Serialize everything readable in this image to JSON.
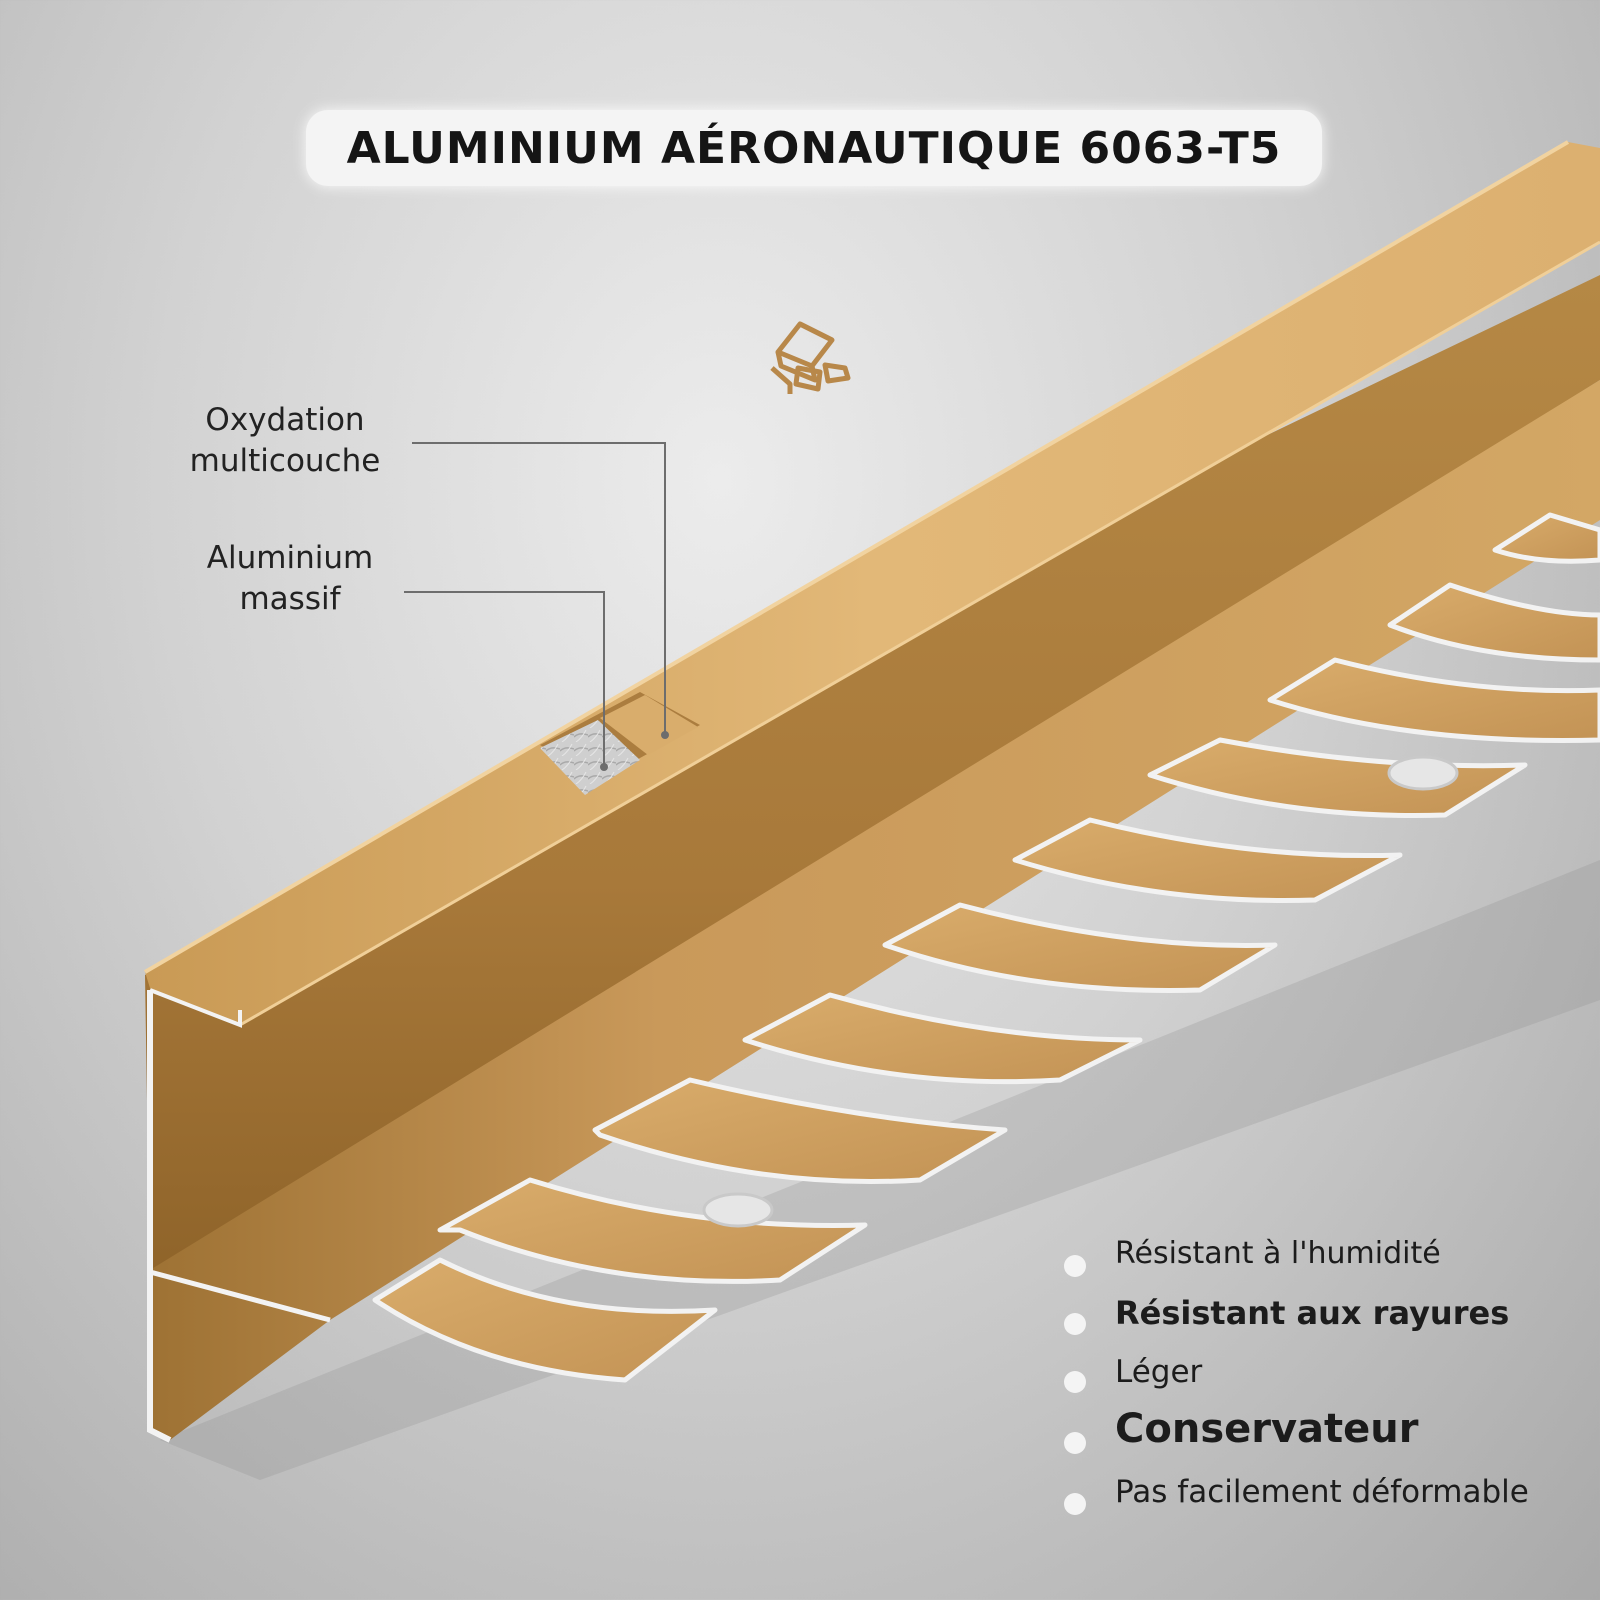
{
  "title": "ALUMINIUM AÉRONAUTIQUE 6063-T5",
  "callouts": {
    "oxydation": [
      "Oxydation",
      "multicouche"
    ],
    "aluminium": [
      "Aluminium",
      "massif"
    ]
  },
  "features": [
    "Résistant à l'humidité",
    "Résistant aux rayures",
    "Léger",
    "Conservateur",
    "Pas facilement déformable"
  ],
  "icon": "gold-bars-icon",
  "colors": {
    "gold": "#d8ab68",
    "gold_dark": "#9f7433",
    "background": "#bdbdbd",
    "bullet": "#f4f4f4",
    "text": "#1c1c1c"
  }
}
